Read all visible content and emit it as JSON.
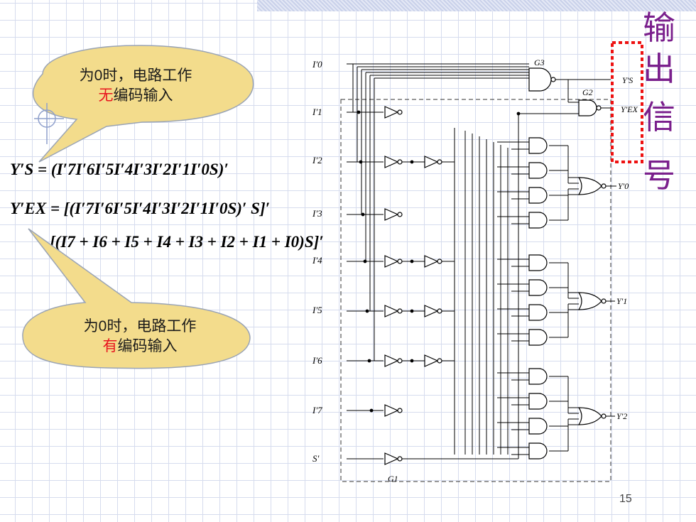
{
  "callout_top": {
    "line1": "为0时，电路工作",
    "line2_red": "无",
    "line2_rest": "编码输入"
  },
  "callout_bottom": {
    "line1": "为0时，电路工作",
    "line2_red": "有",
    "line2_rest": "编码输入"
  },
  "equations": {
    "ys": "Y′S = (I′7I′6I′5I′4I′3I′2I′1I′0S)′",
    "yex": "Y′EX = [(I′7I′6I′5I′4I′3I′2I′1I′0S)′  S]′",
    "yex2": "[(I7 + I6 + I5 + I4 + I3 + I2 + I1 + I0)S]′"
  },
  "side_title": [
    "输",
    "出",
    "信",
    "号"
  ],
  "page_number": "15",
  "diagram": {
    "inputs": [
      "I′0",
      "I′1",
      "I′2",
      "I′3",
      "I′4",
      "I′5",
      "I′6",
      "I′7",
      "S′"
    ],
    "outputs": [
      "Y′S",
      "Y′EX",
      "Y′0",
      "Y′1",
      "Y′2"
    ],
    "gates": [
      "G3",
      "G2",
      "G1"
    ]
  }
}
